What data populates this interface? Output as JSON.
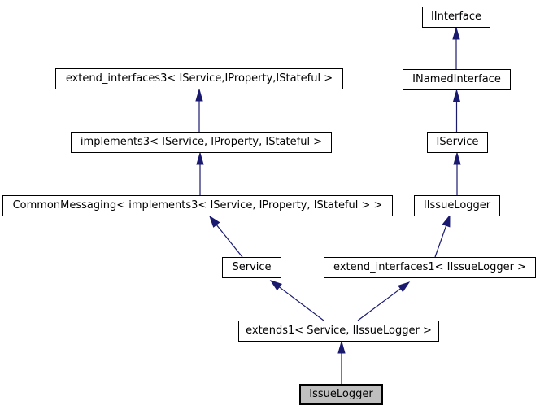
{
  "diagram_type": "class-inheritance-graph",
  "colors": {
    "edge": "#191970",
    "node_border": "#000000",
    "node_background": "#ffffff",
    "highlight_background": "#bfbfbf",
    "text": "#000000",
    "page_background": "#ffffff"
  },
  "nodes": {
    "iinterface": {
      "label": "IInterface"
    },
    "inamedinterface": {
      "label": "INamedInterface"
    },
    "iservice": {
      "label": "IService"
    },
    "iissuelogger": {
      "label": "IIssueLogger"
    },
    "extend_interfaces3": {
      "label": "extend_interfaces3< IService,IProperty,IStateful >"
    },
    "implements3": {
      "label": "implements3< IService, IProperty, IStateful >"
    },
    "commonmessaging": {
      "label": "CommonMessaging< implements3< IService, IProperty, IStateful > >"
    },
    "service": {
      "label": "Service"
    },
    "extend_interfaces1": {
      "label": "extend_interfaces1< IIssueLogger >"
    },
    "extends1": {
      "label": "extends1< Service, IIssueLogger >"
    },
    "issuelogger": {
      "label": "IssueLogger",
      "highlighted": true
    }
  },
  "edges": [
    {
      "from": "INamedInterface",
      "to": "IInterface"
    },
    {
      "from": "IService",
      "to": "INamedInterface"
    },
    {
      "from": "IIssueLogger",
      "to": "IService"
    },
    {
      "from": "extend_interfaces1< IIssueLogger >",
      "to": "IIssueLogger"
    },
    {
      "from": "implements3< IService, IProperty, IStateful >",
      "to": "extend_interfaces3< IService,IProperty,IStateful >"
    },
    {
      "from": "CommonMessaging< implements3< IService, IProperty, IStateful > >",
      "to": "implements3< IService, IProperty, IStateful >"
    },
    {
      "from": "Service",
      "to": "CommonMessaging< implements3< IService, IProperty, IStateful > >"
    },
    {
      "from": "extends1< Service, IIssueLogger >",
      "to": "Service"
    },
    {
      "from": "extends1< Service, IIssueLogger >",
      "to": "extend_interfaces1< IIssueLogger >"
    },
    {
      "from": "IssueLogger",
      "to": "extends1< Service, IIssueLogger >"
    }
  ]
}
